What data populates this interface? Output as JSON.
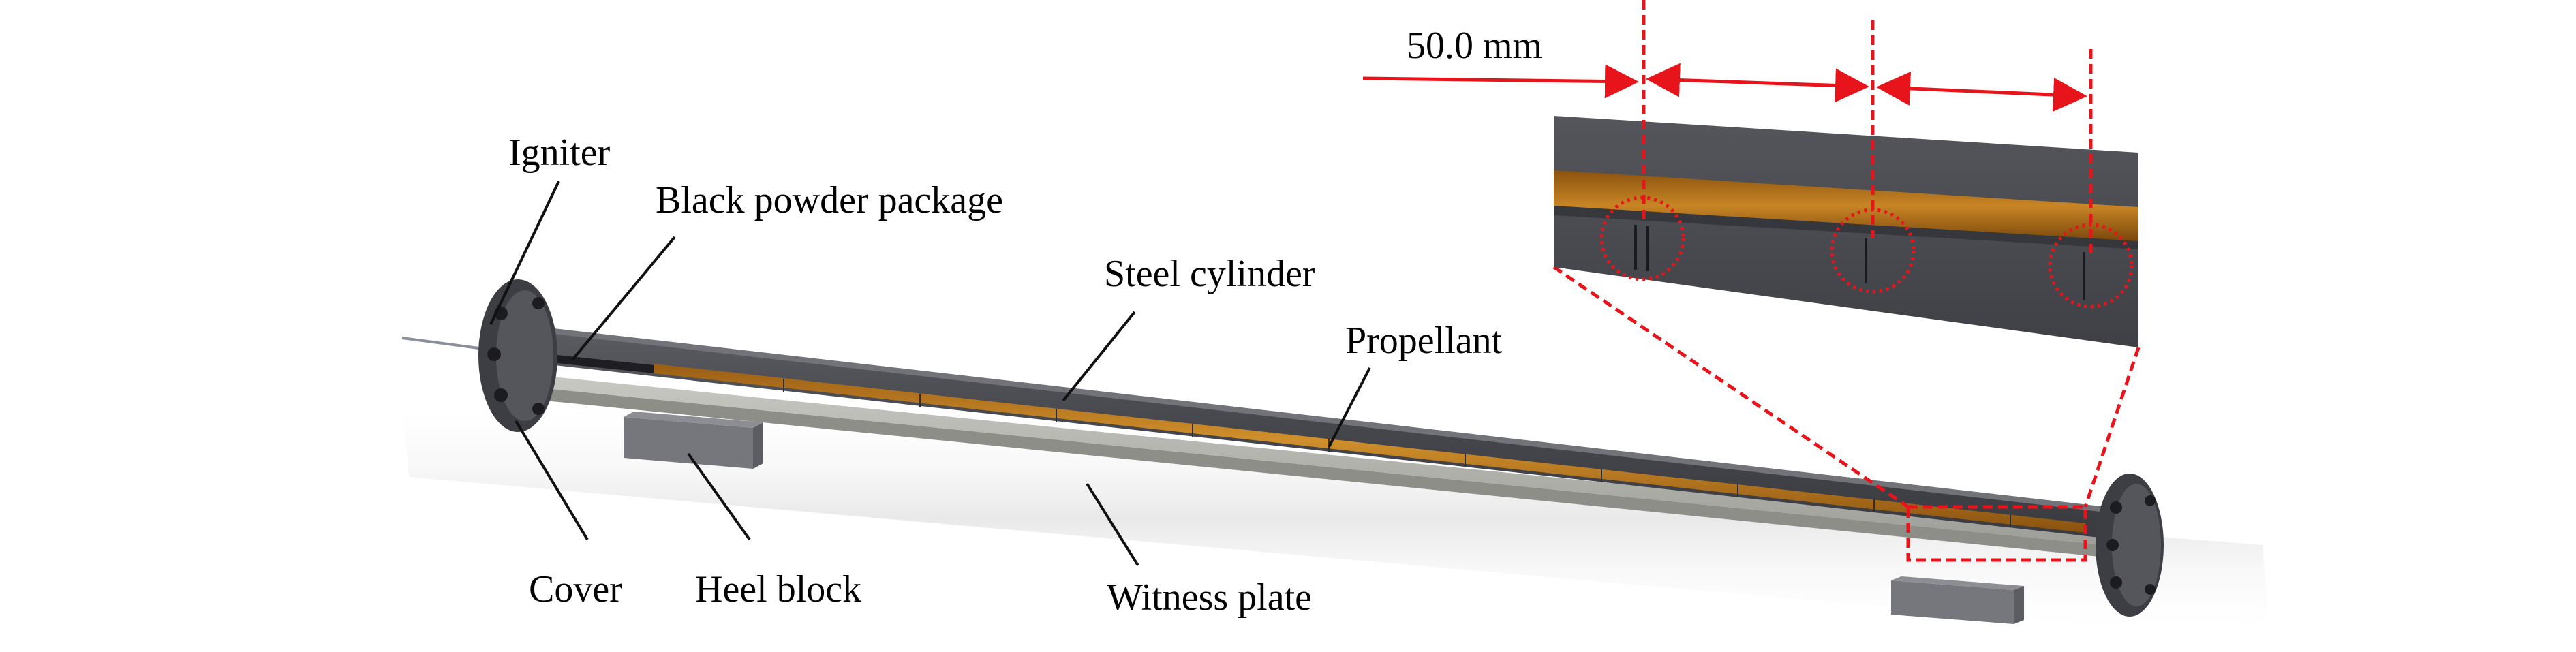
{
  "labels": {
    "igniter": "Igniter",
    "black_powder": "Black powder package",
    "steel_cylinder": "Steel cylinder",
    "propellant": "Propellant",
    "cover": "Cover",
    "heel_block": "Heel block",
    "witness_plate": "Witness plate",
    "dimension": "50.0 mm"
  },
  "colors": {
    "annotation_red": "#e8141b",
    "steel_dark": "#4b4c51",
    "steel_mid": "#66676c",
    "propellant": "#b8771e",
    "witness_plate": "#b3b3ad",
    "leader_line": "#111111"
  }
}
